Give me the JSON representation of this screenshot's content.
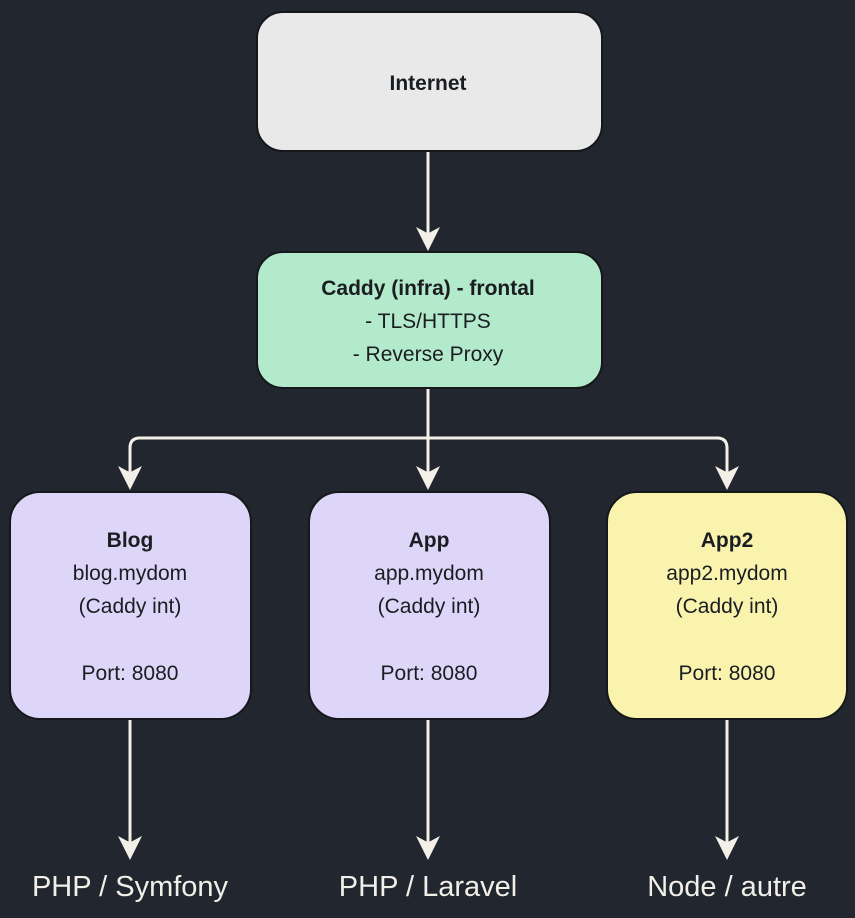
{
  "diagram": {
    "background": "#22262e",
    "connector_color": "#f4f0e7",
    "node_border_color": "#15171b",
    "node_text_color": "#1a1d21",
    "leaf_label_color": "#f2efe8",
    "nodes": {
      "internet": {
        "title": "Internet",
        "fill": "#e9e9e9"
      },
      "caddy": {
        "title": "Caddy (infra) - frontal",
        "line1": "- TLS/HTTPS",
        "line2": "- Reverse Proxy",
        "fill": "#b3eacb"
      },
      "blog": {
        "title": "Blog",
        "host": "blog.mydom",
        "via": "(Caddy int)",
        "port": "Port: 8080",
        "fill": "#ddd6f8"
      },
      "app": {
        "title": "App",
        "host": "app.mydom",
        "via": "(Caddy int)",
        "port": "Port: 8080",
        "fill": "#ddd6f8"
      },
      "app2": {
        "title": "App2",
        "host": "app2.mydom",
        "via": "(Caddy int)",
        "port": "Port: 8080",
        "fill": "#faf3ae"
      }
    },
    "leaf_labels": {
      "blog": "PHP / Symfony",
      "app": "PHP / Laravel",
      "app2": "Node / autre"
    }
  }
}
